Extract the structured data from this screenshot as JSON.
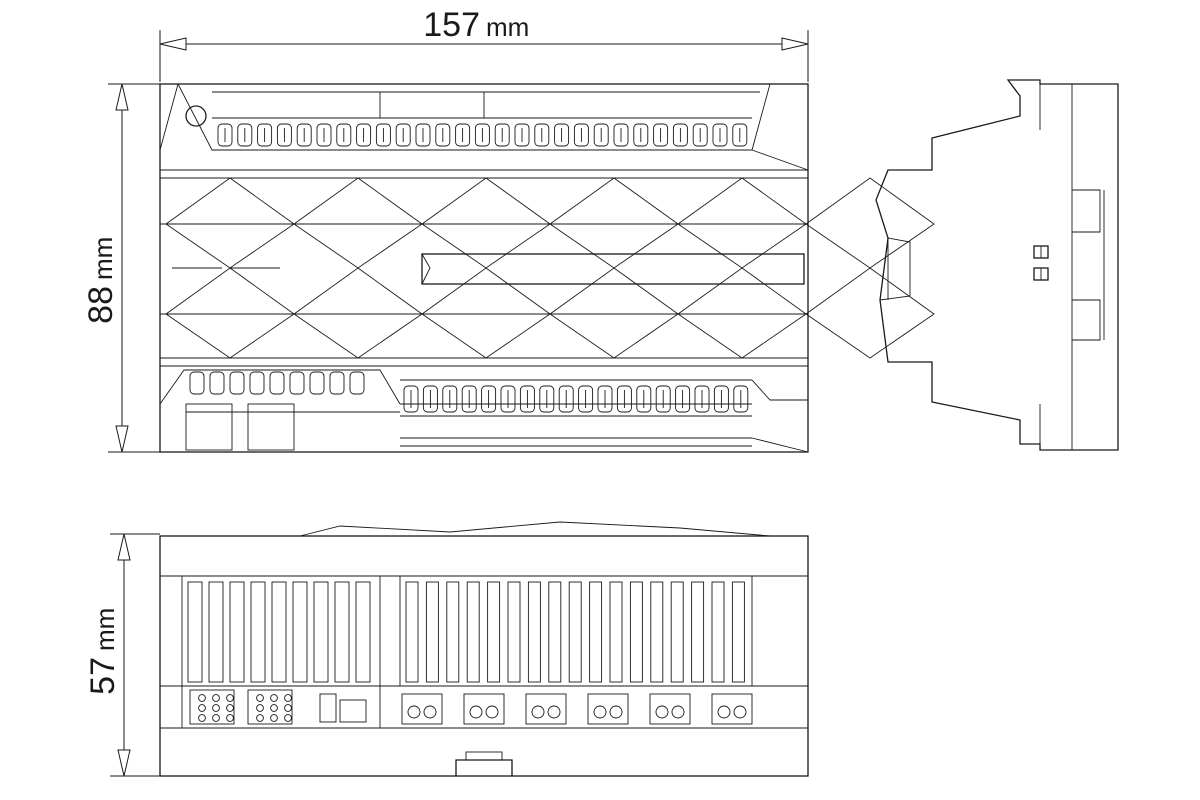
{
  "dimensions": {
    "width": {
      "value": "157",
      "unit": "mm"
    },
    "height": {
      "value": "88",
      "unit": "mm"
    },
    "depth": {
      "value": "57",
      "unit": "mm"
    }
  }
}
